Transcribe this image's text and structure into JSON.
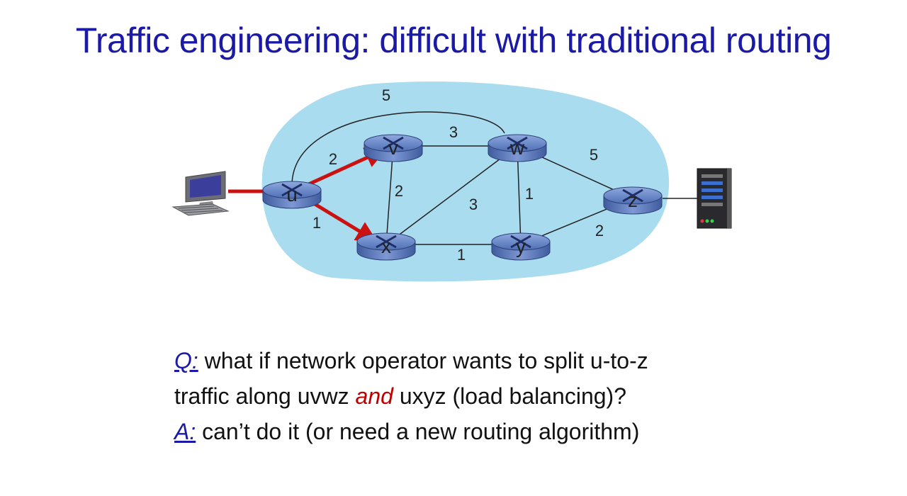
{
  "title": "Traffic engineering: difficult with traditional routing",
  "nodes": [
    {
      "id": "u",
      "label": "u"
    },
    {
      "id": "v",
      "label": "v"
    },
    {
      "id": "w",
      "label": "w"
    },
    {
      "id": "x",
      "label": "x"
    },
    {
      "id": "y",
      "label": "y"
    },
    {
      "id": "z",
      "label": "z"
    }
  ],
  "edges": [
    {
      "from": "u",
      "to": "v",
      "cost": "2"
    },
    {
      "from": "u",
      "to": "x",
      "cost": "1"
    },
    {
      "from": "u",
      "to": "w",
      "cost": "5"
    },
    {
      "from": "v",
      "to": "w",
      "cost": "3"
    },
    {
      "from": "v",
      "to": "x",
      "cost": "2"
    },
    {
      "from": "x",
      "to": "w",
      "cost": "3"
    },
    {
      "from": "x",
      "to": "y",
      "cost": "1"
    },
    {
      "from": "w",
      "to": "y",
      "cost": "1"
    },
    {
      "from": "w",
      "to": "z",
      "cost": "5"
    },
    {
      "from": "y",
      "to": "z",
      "cost": "2"
    }
  ],
  "colors": {
    "title": "#1a1aa6",
    "cloud": "#a9dcef",
    "arrow": "#cc1111",
    "router": "#5a78b8"
  },
  "qa": {
    "q_tag": "Q:",
    "q_text_1": " what if network operator wants to split  u-to-z",
    "q_text_2a": "traffic along uvwz ",
    "q_and": "and",
    "q_text_2b": " uxyz (load balancing)?",
    "a_tag": "A:",
    "a_text": " can’t do it (or need a new routing algorithm)"
  }
}
